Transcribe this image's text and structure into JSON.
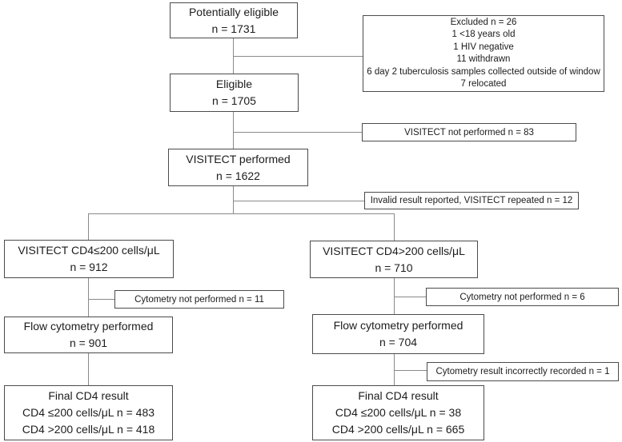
{
  "diagram": {
    "type": "study-flowchart",
    "background_color": "#ffffff",
    "box_border_color": "#4b4b4b",
    "connector_color": "#8a8a8a",
    "nodes": {
      "potentially_eligible": {
        "title": "Potentially eligible",
        "n": "n = 1731"
      },
      "excluded": {
        "lines": [
          "Excluded n = 26",
          "1 <18 years old",
          "1 HIV negative",
          "11 withdrawn",
          "6 day 2 tuberculosis samples collected outside of window",
          "7 relocated"
        ]
      },
      "eligible": {
        "title": "Eligible",
        "n": "n = 1705"
      },
      "visitect_not_performed": {
        "label": "VISITECT not performed n = 83"
      },
      "visitect_performed": {
        "title": "VISITECT performed",
        "n": "n = 1622"
      },
      "invalid_repeated": {
        "label": "Invalid result reported, VISITECT repeated n = 12"
      },
      "visitect_low": {
        "title": "VISITECT CD4≤200 cells/μL",
        "n": "n = 912"
      },
      "visitect_high": {
        "title": "VISITECT CD4>200 cells/μL",
        "n": "n = 710"
      },
      "cytometry_not_performed_left": {
        "label": "Cytometry not performed n = 11"
      },
      "cytometry_not_performed_right": {
        "label": "Cytometry not performed n = 6"
      },
      "flow_left": {
        "title": "Flow cytometry performed",
        "n": "n = 901"
      },
      "flow_right": {
        "title": "Flow cytometry performed",
        "n": "n = 704"
      },
      "cytometry_incorrect": {
        "label": "Cytometry result incorrectly recorded n = 1"
      },
      "final_left": {
        "title": "Final CD4 result",
        "line1": "CD4 ≤200 cells/μL n = 483",
        "line2": "CD4 >200 cells/μL n = 418"
      },
      "final_right": {
        "title": "Final CD4 result",
        "line1": "CD4 ≤200 cells/μL n = 38",
        "line2": "CD4 >200 cells/μL n = 665"
      }
    }
  }
}
